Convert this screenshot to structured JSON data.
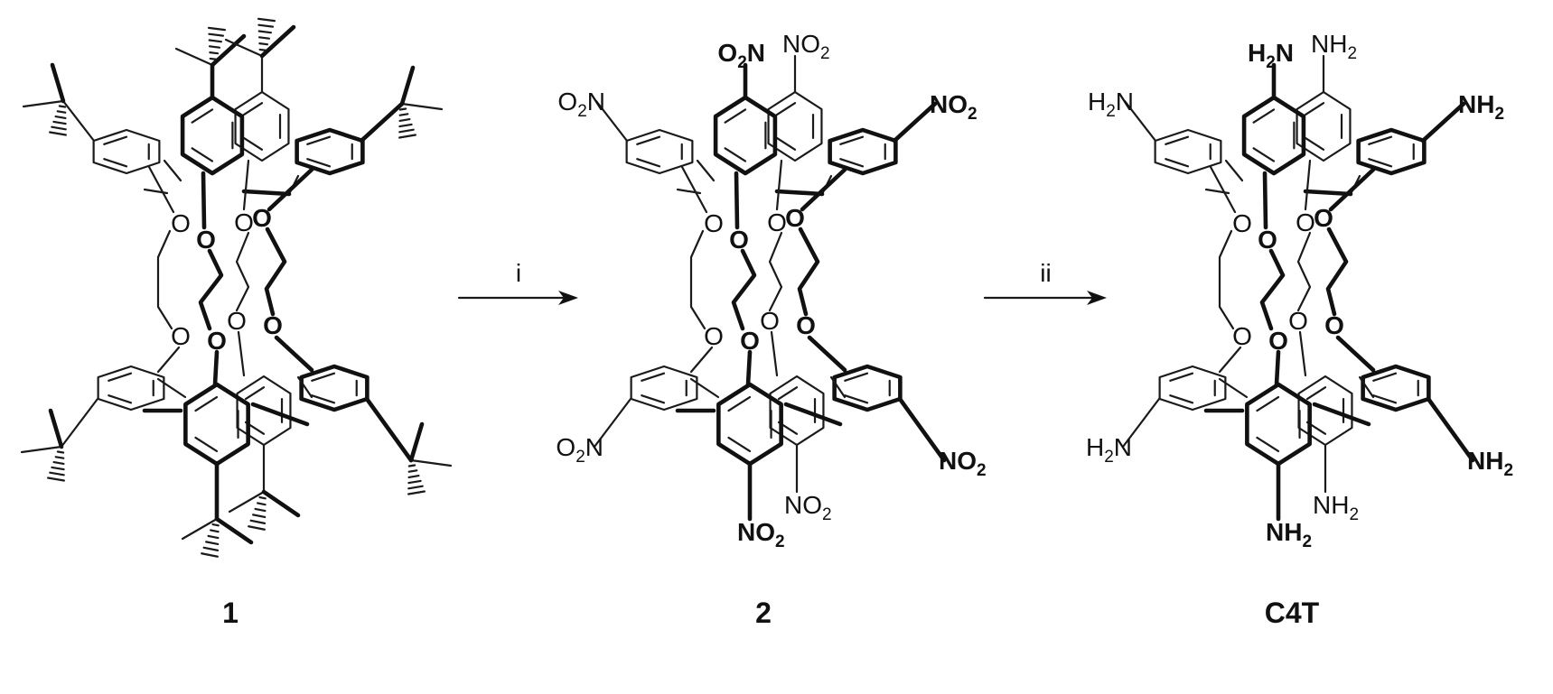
{
  "compounds": [
    {
      "label": "1",
      "substituent": "tBu"
    },
    {
      "label": "2",
      "substituent": "NO2"
    },
    {
      "label": "C4T",
      "substituent": "NH2"
    }
  ],
  "arrows": [
    {
      "label": "i"
    },
    {
      "label": "ii"
    }
  ],
  "atoms": {
    "oxygen": "O"
  },
  "groups": {
    "nitro": {
      "main": "NO",
      "sub": "2",
      "pre_main": "O",
      "pre_sub": "2",
      "pre_tail": "N"
    },
    "amino": {
      "main": "NH",
      "sub": "2",
      "pre_main": "H",
      "pre_sub": "2",
      "pre_tail": "N"
    }
  }
}
